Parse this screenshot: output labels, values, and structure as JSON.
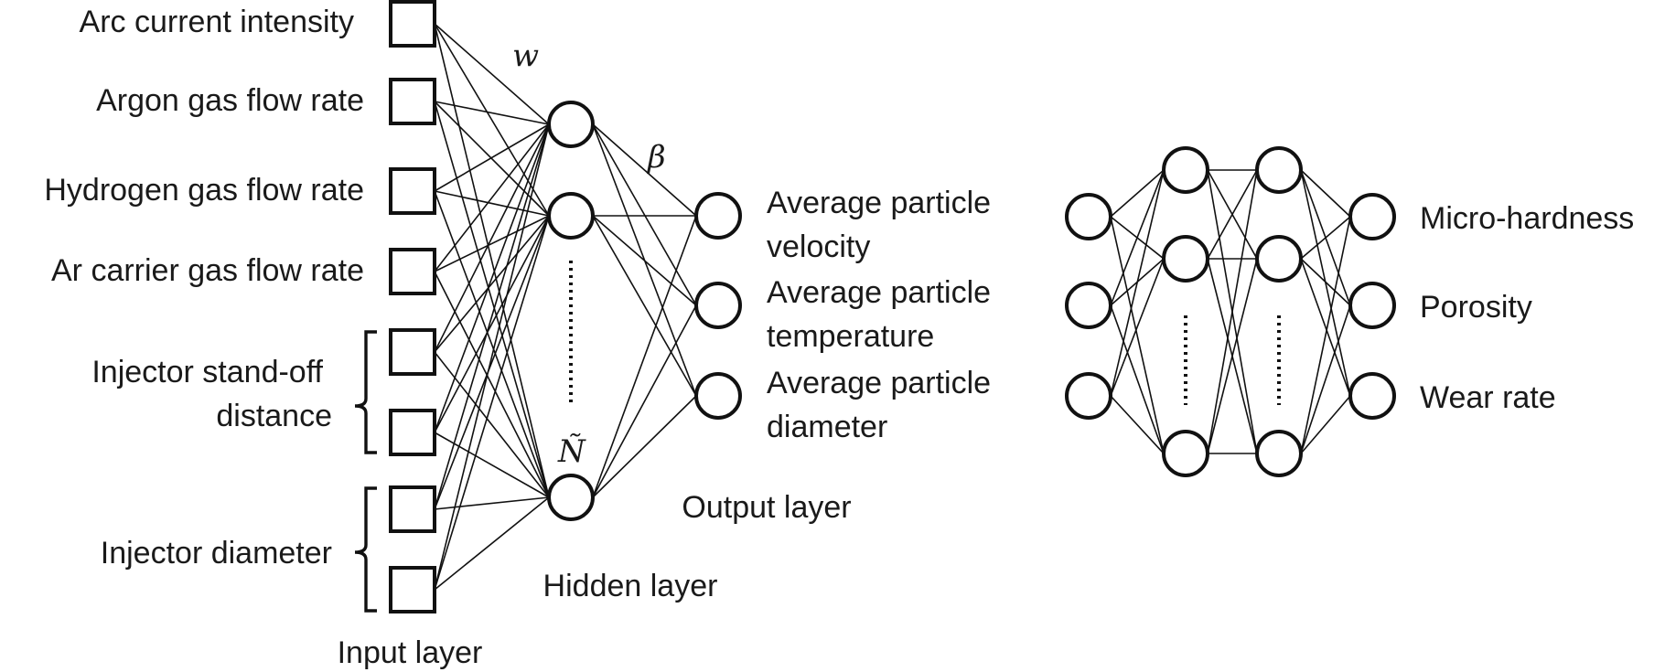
{
  "left_network": {
    "input_labels": [
      "Arc current intensity",
      "Argon gas flow rate",
      "Hydrogen gas flow rate",
      "Ar carrier gas flow rate"
    ],
    "grouped_input_labels": [
      {
        "line1": "Injector stand-off",
        "line2": "distance"
      },
      {
        "line1": "Injector diameter",
        "line2": ""
      }
    ],
    "output_labels": [
      {
        "line1": "Average particle",
        "line2": "velocity"
      },
      {
        "line1": "Average particle",
        "line2": "temperature"
      },
      {
        "line1": "Average particle",
        "line2": "diameter"
      }
    ],
    "weight_symbol_input": "w",
    "weight_symbol_output": "β",
    "hidden_count_symbol": "Ñ",
    "input_layer_label": "Input layer",
    "hidden_layer_label": "Hidden layer",
    "output_layer_label": "Output layer"
  },
  "right_network": {
    "output_labels": [
      "Micro-hardness",
      "Porosity",
      "Wear rate"
    ]
  }
}
